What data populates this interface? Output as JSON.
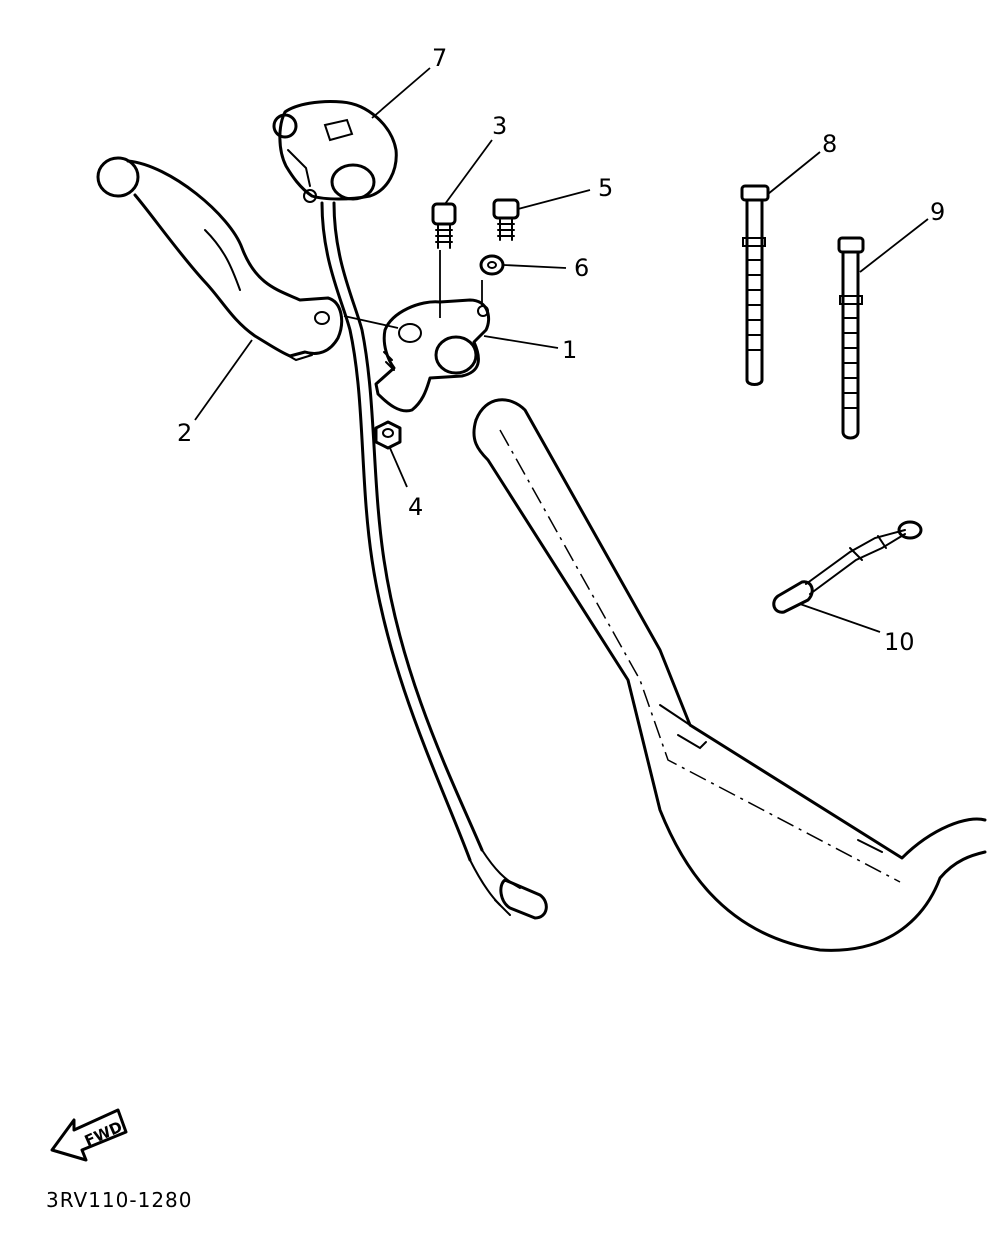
{
  "diagram": {
    "parts": [
      {
        "number": "1"
      },
      {
        "number": "2"
      },
      {
        "number": "3"
      },
      {
        "number": "4"
      },
      {
        "number": "5"
      },
      {
        "number": "6"
      },
      {
        "number": "7"
      },
      {
        "number": "8"
      },
      {
        "number": "9"
      },
      {
        "number": "10"
      }
    ],
    "direction_label": "FWD",
    "drawing_code": "3RV110-1280"
  }
}
